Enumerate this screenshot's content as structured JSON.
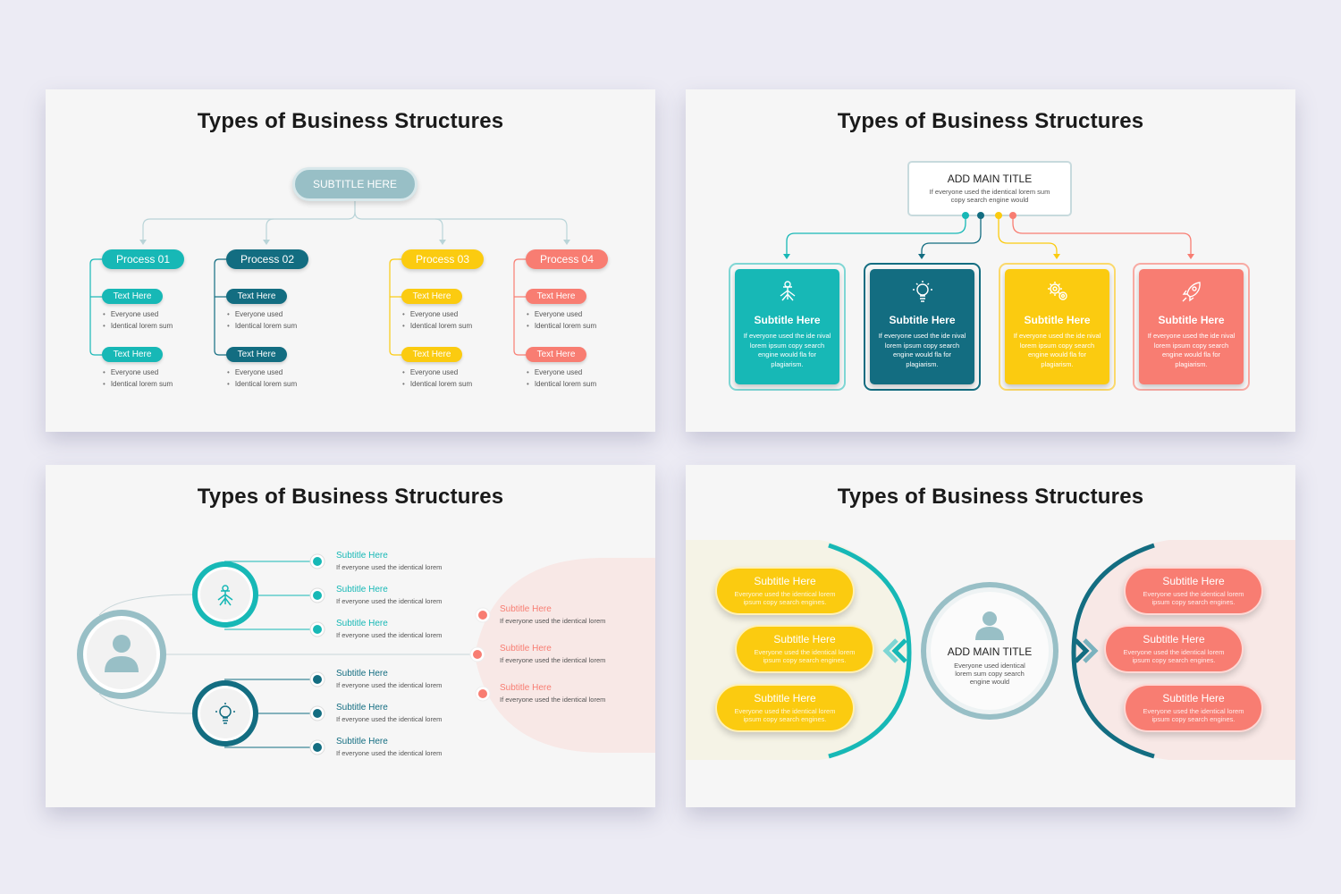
{
  "colors": {
    "teal": "#17b8b6",
    "dark_teal": "#136d81",
    "yellow": "#fbcb10",
    "coral": "#f87d72",
    "gray_blue": "#98bfc6"
  },
  "slide1": {
    "title": "Types of Business Structures",
    "subtitle": "SUBTITLE HERE",
    "processes": [
      {
        "label": "Process 01",
        "color": "#17b8b6",
        "items": [
          {
            "label": "Text Here",
            "bullets": [
              "Everyone used",
              "Identical lorem sum"
            ]
          },
          {
            "label": "Text Here",
            "bullets": [
              "Everyone used",
              "Identical lorem sum"
            ]
          }
        ]
      },
      {
        "label": "Process 02",
        "color": "#136d81",
        "items": [
          {
            "label": "Text Here",
            "bullets": [
              "Everyone used",
              "Identical lorem sum"
            ]
          },
          {
            "label": "Text Here",
            "bullets": [
              "Everyone used",
              "Identical lorem sum"
            ]
          }
        ]
      },
      {
        "label": "Process 03",
        "color": "#fbcb10",
        "items": [
          {
            "label": "Text Here",
            "bullets": [
              "Everyone used",
              "Identical lorem sum"
            ]
          },
          {
            "label": "Text Here",
            "bullets": [
              "Everyone used",
              "Identical lorem sum"
            ]
          }
        ]
      },
      {
        "label": "Process 04",
        "color": "#f87d72",
        "items": [
          {
            "label": "Text Here",
            "bullets": [
              "Everyone used",
              "Identical lorem sum"
            ]
          },
          {
            "label": "Text Here",
            "bullets": [
              "Everyone used",
              "Identical lorem sum"
            ]
          }
        ]
      }
    ]
  },
  "slide2": {
    "title": "Types of Business Structures",
    "main_title": "ADD MAIN TITLE",
    "main_desc": "If everyone used the identical lorem sum copy search engine would",
    "cards": [
      {
        "subtitle": "Subtitle Here",
        "desc": "If everyone used the ide nival lorem ipsum copy search engine would fla for plagiarism.",
        "icon": "network-icon",
        "color": "#17b8b6",
        "border": "#7fd6d4"
      },
      {
        "subtitle": "Subtitle Here",
        "desc": "If everyone used the ide nival lorem ipsum copy search engine would fla for plagiarism.",
        "icon": "lightbulb-icon",
        "color": "#136d81",
        "border": "#136d81"
      },
      {
        "subtitle": "Subtitle Here",
        "desc": "If everyone used the ide nival lorem ipsum copy search engine would fla for plagiarism.",
        "icon": "gears-icon",
        "color": "#fbcb10",
        "border": "#fbd96b"
      },
      {
        "subtitle": "Subtitle Here",
        "desc": "If everyone used the ide nival lorem ipsum copy search engine would fla for plagiarism.",
        "icon": "rocket-icon",
        "color": "#f87d72",
        "border": "#f8aaa3"
      }
    ]
  },
  "slide3": {
    "title": "Types of Business Structures",
    "teal_items": [
      {
        "subtitle": "Subtitle Here",
        "desc": "If everyone used the identical lorem"
      },
      {
        "subtitle": "Subtitle Here",
        "desc": "If everyone used the identical lorem"
      },
      {
        "subtitle": "Subtitle Here",
        "desc": "If everyone used the identical lorem"
      }
    ],
    "dark_items": [
      {
        "subtitle": "Subtitle Here",
        "desc": "If everyone used the identical lorem"
      },
      {
        "subtitle": "Subtitle Here",
        "desc": "If everyone used the identical lorem"
      },
      {
        "subtitle": "Subtitle Here",
        "desc": "If everyone used the identical lorem"
      }
    ],
    "coral_items": [
      {
        "subtitle": "Subtitle Here",
        "desc": "If everyone used the identical lorem"
      },
      {
        "subtitle": "Subtitle Here",
        "desc": "If everyone used the identical lorem"
      },
      {
        "subtitle": "Subtitle Here",
        "desc": "If everyone used the identical lorem"
      }
    ]
  },
  "slide4": {
    "title": "Types of Business Structures",
    "center_title": "ADD MAIN TITLE",
    "center_desc": "Everyone used identical lorem sum copy search engine would",
    "left": [
      {
        "subtitle": "Subtitle Here",
        "desc": "Everyone used the identical lorem ipsum copy search engines."
      },
      {
        "subtitle": "Subtitle Here",
        "desc": "Everyone used the identical lorem ipsum copy search engines."
      },
      {
        "subtitle": "Subtitle Here",
        "desc": "Everyone used the identical lorem ipsum copy search engines."
      }
    ],
    "right": [
      {
        "subtitle": "Subtitle Here",
        "desc": "Everyone used the identical lorem ipsum copy search engines."
      },
      {
        "subtitle": "Subtitle Here",
        "desc": "Everyone used the identical lorem ipsum copy search engines."
      },
      {
        "subtitle": "Subtitle Here",
        "desc": "Everyone used the identical lorem ipsum copy search engines."
      }
    ]
  }
}
